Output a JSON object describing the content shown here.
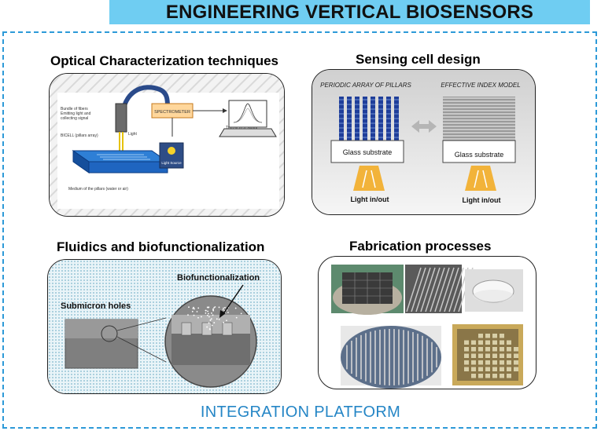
{
  "title": "ENGINEERING VERTICAL BIOSENSORS",
  "footer": "INTEGRATION PLATFORM",
  "sections": {
    "optical": {
      "title": "Optical Characterization techniques",
      "labels": {
        "fibers": "Bundle of fibers\nEmitting light and\ncollecting signal",
        "bicell": "BICELL (pillars array)",
        "light": "Light",
        "spectrometer": "SPECTROMETER",
        "transferred": "Transferred signal",
        "source": "Light Source",
        "medium": "Medium of the pillars (water or air)"
      }
    },
    "sensing": {
      "title": "Sensing cell design",
      "left_caption": "PERIODIC ARRAY OF PILLARS",
      "right_caption": "EFFECTIVE INDEX MODEL",
      "substrate_label": "Glass substrate",
      "light_label": "Light in/out"
    },
    "fluidics": {
      "title": "Fluidics and biofunctionalization",
      "holes_label": "Submicron holes",
      "biofunc_label": "Biofunctionalization"
    },
    "fabrication": {
      "title": "Fabrication processes"
    }
  },
  "colors": {
    "title_bar": "#6fcdf2",
    "frame": "#2d9ad8",
    "footer_text": "#2586c6",
    "pillar_blue": "#1f3e9a",
    "arrow_yellow": "#f2b33a"
  }
}
